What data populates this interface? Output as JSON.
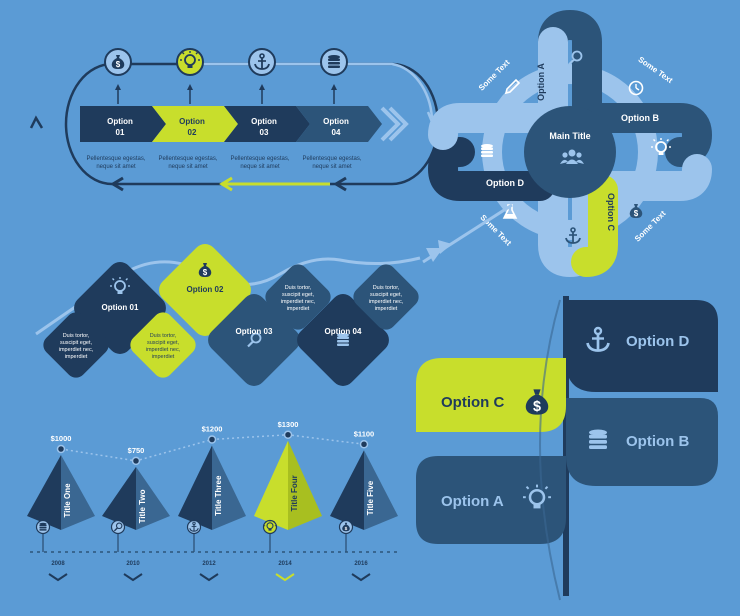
{
  "colors": {
    "background": "#5b9bd5",
    "navy": "#1f3b5c",
    "slate": "#2c5479",
    "steel": "#3a6792",
    "lime": "#c8de2c",
    "light": "#9cc4ec",
    "white": "#ffffff"
  },
  "process_arrow": {
    "steps": [
      {
        "label": "Option 01",
        "desc": "Pellentesque egestas, neque sit amet",
        "icon": "money-bag-icon",
        "highlight": false
      },
      {
        "label": "Option 02",
        "desc": "Pellentesque egestas, neque sit amet",
        "icon": "lightbulb-icon",
        "highlight": true
      },
      {
        "label": "Option 03",
        "desc": "Pellentesque egestas, neque sit amet",
        "icon": "anchor-icon",
        "highlight": false
      },
      {
        "label": "Option 04",
        "desc": "Pellentesque egestas, neque sit amet",
        "icon": "coins-icon",
        "highlight": false
      }
    ]
  },
  "flower_diagram": {
    "main_title": "Main Title",
    "options": [
      "Option A",
      "Option B",
      "Option C",
      "Option D"
    ],
    "side_text": "Some Text",
    "icons": [
      "search-icon",
      "clock-icon",
      "lightbulb-icon",
      "money-bag-icon",
      "anchor-icon",
      "flask-icon",
      "coins-icon",
      "pen-icon",
      "people-icon"
    ]
  },
  "zigzag_diagram": {
    "items": [
      {
        "label": "Option 01",
        "desc": "Duis tortor, suscipit eget, imperdiet nec, imperdiet",
        "icon": "lightbulb-icon"
      },
      {
        "label": "Option 02",
        "desc": "Duis tortor, suscipit eget, imperdiet nec, imperdiet",
        "icon": "money-bag-icon"
      },
      {
        "label": "Option 03",
        "desc": "Duis tortor, suscipit eget, imperdiet nec, imperdiet",
        "icon": "search-icon"
      },
      {
        "label": "Option 04",
        "desc": "Duis tortor, suscipit eget, imperdiet nec, imperdiet",
        "icon": "coins-icon"
      }
    ]
  },
  "chart_data": {
    "type": "line",
    "x": [
      "2008",
      "2010",
      "2012",
      "2014",
      "2016"
    ],
    "series": [
      {
        "values": [
          1000,
          750,
          1200,
          1300,
          1100
        ]
      }
    ],
    "value_labels": [
      "$1000",
      "$750",
      "$1200",
      "$1300",
      "$1100"
    ],
    "titles": [
      "Title One",
      "Title Two",
      "Title Three",
      "Title Four",
      "Title Five"
    ],
    "icons": [
      "coins-icon",
      "search-icon",
      "anchor-icon",
      "lightbulb-icon",
      "money-bag-icon"
    ],
    "highlight_index": 3,
    "ylim": [
      600,
      1400
    ]
  },
  "leaf_diagram": {
    "options": [
      {
        "label": "Option D",
        "icon": "anchor-icon"
      },
      {
        "label": "Option C",
        "icon": "money-bag-icon"
      },
      {
        "label": "Option B",
        "icon": "coins-icon"
      },
      {
        "label": "Option A",
        "icon": "lightbulb-icon"
      }
    ]
  }
}
